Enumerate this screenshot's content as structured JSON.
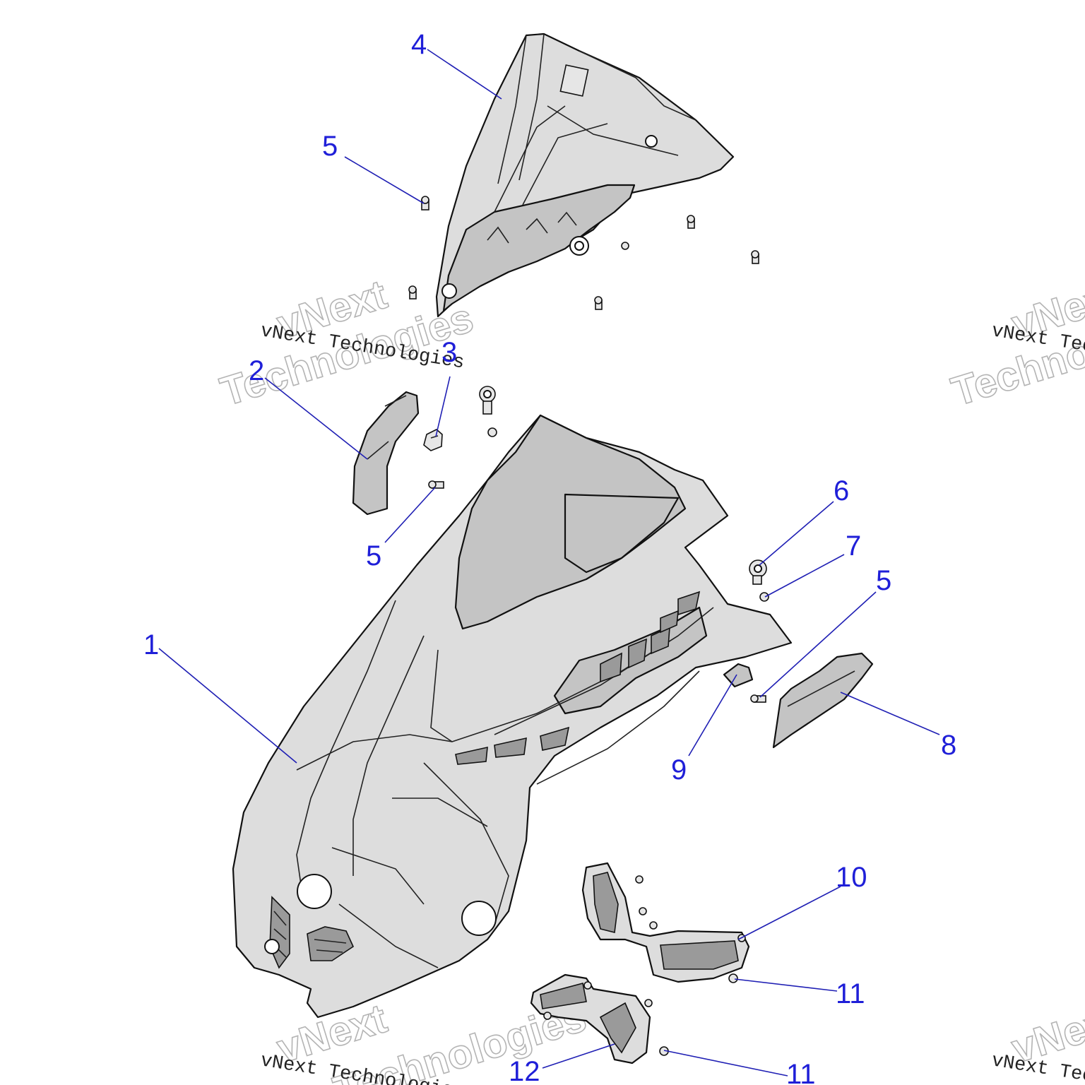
{
  "watermark": {
    "line_text": "vNext Technologies",
    "ghost_word_1": "vNext",
    "ghost_word_2": "Technologies"
  },
  "callouts": [
    {
      "id": "c4",
      "label": "4"
    },
    {
      "id": "c5a",
      "label": "5"
    },
    {
      "id": "c2",
      "label": "2"
    },
    {
      "id": "c3",
      "label": "3"
    },
    {
      "id": "c5b",
      "label": "5"
    },
    {
      "id": "c6",
      "label": "6"
    },
    {
      "id": "c7",
      "label": "7"
    },
    {
      "id": "c5c",
      "label": "5"
    },
    {
      "id": "c1",
      "label": "1"
    },
    {
      "id": "c8",
      "label": "8"
    },
    {
      "id": "c9",
      "label": "9"
    },
    {
      "id": "c10",
      "label": "10"
    },
    {
      "id": "c11a",
      "label": "11"
    },
    {
      "id": "c12",
      "label": "12"
    },
    {
      "id": "c11b",
      "label": "11"
    }
  ],
  "colors": {
    "callout_text": "#1f1fd8",
    "leader_line": "#1f1fb4",
    "part_fill": "#dddddd",
    "outline": "#111111"
  }
}
